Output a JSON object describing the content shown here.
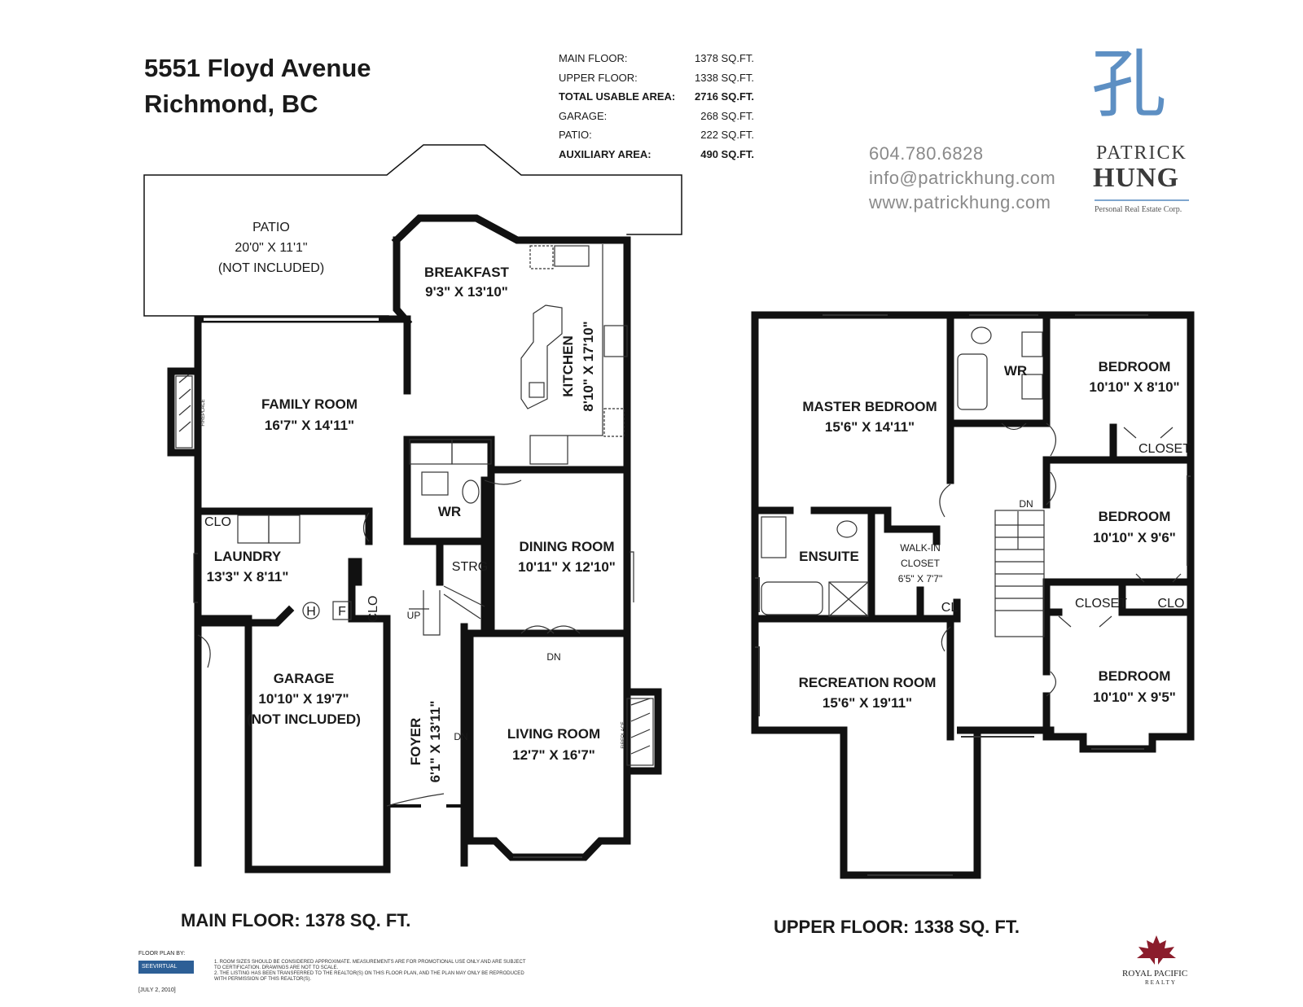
{
  "address": {
    "line1": "5551 Floyd Avenue",
    "line2": "Richmond, BC"
  },
  "area_summary": [
    {
      "label": "MAIN FLOOR:",
      "value": "1378 SQ.FT.",
      "bold": false
    },
    {
      "label": "UPPER FLOOR:",
      "value": "1338 SQ.FT.",
      "bold": false
    },
    {
      "label": "TOTAL USABLE AREA:",
      "value": "2716 SQ.FT.",
      "bold": true
    },
    {
      "label": "GARAGE:",
      "value": "268 SQ.FT.",
      "bold": false
    },
    {
      "label": "PATIO:",
      "value": "222 SQ.FT.",
      "bold": false
    },
    {
      "label": "AUXILIARY AREA:",
      "value": "490 SQ.FT.",
      "bold": true
    }
  ],
  "contact": {
    "phone": "604.780.6828",
    "email": "info@patrickhung.com",
    "website": "www.patrickhung.com"
  },
  "brand": {
    "glyph": "孔",
    "first": "PATRICK",
    "last": "HUNG",
    "tagline": "Personal Real Estate Corp."
  },
  "rooms": {
    "patio": {
      "name": "PATIO",
      "dims": "20'0\" X 11'1\"",
      "note": "(NOT INCLUDED)"
    },
    "breakfast": {
      "name": "BREAKFAST",
      "dims": "9'3\" X 13'10\""
    },
    "kitchen": {
      "name": "KITCHEN",
      "dims": "8'10\" X 17'10\""
    },
    "family": {
      "name": "FAMILY ROOM",
      "dims": "16'7\" X 14'11\""
    },
    "fireplace_label": "FIREPLACE",
    "laundry": {
      "name": "LAUNDRY",
      "dims": "13'3\" X 8'11\""
    },
    "clo": "CLO",
    "h": "H",
    "f": "F",
    "wr": "WR",
    "strg": "STRG",
    "up": "UP",
    "dn": "DN",
    "dining": {
      "name": "DINING ROOM",
      "dims": "10'11\" X 12'10\""
    },
    "garage": {
      "name": "GARAGE",
      "dims": "10'10\" X 19'7\"",
      "note": "(NOT INCLUDED)"
    },
    "foyer": {
      "name": "FOYER",
      "dims": "6'1\" X 13'11\""
    },
    "living": {
      "name": "LIVING ROOM",
      "dims": "12'7\" X 16'7\""
    },
    "master": {
      "name": "MASTER BEDROOM",
      "dims": "15'6\" X 14'11\""
    },
    "ensuite": {
      "name": "ENSUITE"
    },
    "walkin": {
      "name1": "WALK-IN",
      "name2": "CLOSET",
      "dims": "6'5\" X 7'7\""
    },
    "cl": "CL",
    "bed1": {
      "name": "BEDROOM",
      "dims": "10'10\" X 8'10\""
    },
    "closet": "CLOSET",
    "bed2": {
      "name": "BEDROOM",
      "dims": "10'10\" X 9'6\""
    },
    "bed3": {
      "name": "BEDROOM",
      "dims": "10'10\" X 9'5\""
    },
    "rec": {
      "name": "RECREATION ROOM",
      "dims": "15'6\" X 19'11\""
    }
  },
  "floor_labels": {
    "main": "MAIN FLOOR: 1378 SQ. FT.",
    "upper": "UPPER FLOOR: 1338 SQ. FT."
  },
  "footer": {
    "credit_label": "FLOOR PLAN BY:",
    "credit_logo": "SEEVIRTUAL",
    "credit_date": "[JULY 2, 2010]",
    "disclaimer1": "1. ROOM SIZES SHOULD BE CONSIDERED APPROXIMATE. MEASUREMENTS ARE FOR PROMOTIONAL USE ONLY AND ARE SUBJECT TO CERTIFICATION. DRAWINGS ARE NOT TO SCALE.",
    "disclaimer2": "2. THE LISTING HAS BEEN TRANSFERRED TO THE REALTOR(S) ON THIS FLOOR PLAN, AND THE PLAN MAY ONLY BE REPRODUCED WITH PERMISSION OF THIS REALTOR(S).",
    "realty_name": "ROYAL PACIFIC",
    "realty_sub": "REALTY"
  }
}
